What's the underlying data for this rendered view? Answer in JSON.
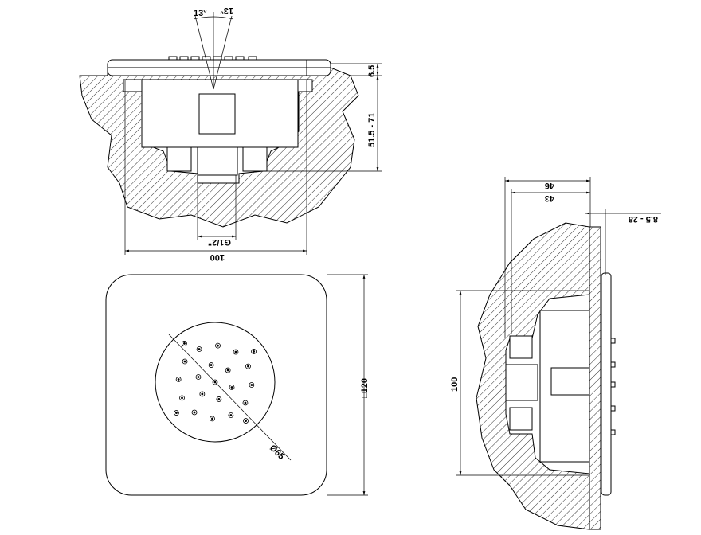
{
  "drawing": {
    "section_view": {
      "angle_left": "13°",
      "angle_right": "13°",
      "plate_thickness": "6.5",
      "depth_range": "51.5 - 71",
      "thread": "G1/2\"",
      "width": "100"
    },
    "front_view": {
      "plate_size": "□120",
      "nozzle_diameter": "Ø65"
    },
    "side_view": {
      "depth_outer": "46",
      "depth_inner": "43",
      "wall_range": "8.5 - 28",
      "height": "100"
    }
  }
}
